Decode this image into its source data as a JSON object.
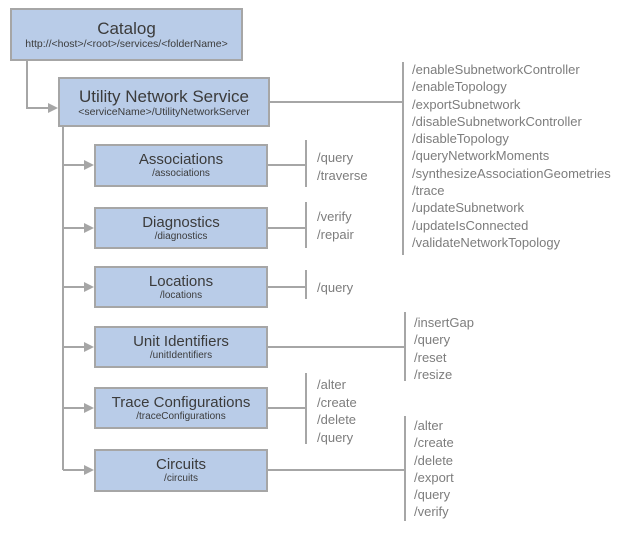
{
  "diagram": {
    "colors": {
      "node_fill": "#b9cce8",
      "node_border": "#a6a6a6",
      "line": "#a6a6a6",
      "node_text": "#3b3b3b",
      "operation_text": "#7d7d7d"
    },
    "nodes": {
      "catalog": {
        "title": "Catalog",
        "subtitle": "http://<host>/<root>/services/<folderName>"
      },
      "uns": {
        "title": "Utility Network Service",
        "subtitle": "<serviceName>/UtilityNetworkServer"
      },
      "associations": {
        "title": "Associations",
        "subtitle": "/associations"
      },
      "diagnostics": {
        "title": "Diagnostics",
        "subtitle": "/diagnostics"
      },
      "locations": {
        "title": "Locations",
        "subtitle": "/locations"
      },
      "unit_identifiers": {
        "title": "Unit Identifiers",
        "subtitle": "/unitIdentifiers"
      },
      "trace_configurations": {
        "title": "Trace Configurations",
        "subtitle": "/traceConfigurations"
      },
      "circuits": {
        "title": "Circuits",
        "subtitle": "/circuits"
      }
    },
    "operations": {
      "uns": [
        "/enableSubnetworkController",
        "/enableTopology",
        "/exportSubnetwork",
        "/disableSubnetworkController",
        "/disableTopology",
        "/queryNetworkMoments",
        "/synthesizeAssociationGeometries",
        "/trace",
        "/updateSubnetwork",
        "/updateIsConnected",
        "/validateNetworkTopology"
      ],
      "associations": [
        "/query",
        "/traverse"
      ],
      "diagnostics": [
        "/verify",
        "/repair"
      ],
      "locations": [
        "/query"
      ],
      "unit_identifiers": [
        "/insertGap",
        "/query",
        "/reset",
        "/resize"
      ],
      "trace_configurations": [
        "/alter",
        "/create",
        "/delete",
        "/query"
      ],
      "circuits": [
        "/alter",
        "/create",
        "/delete",
        "/export",
        "/query",
        "/verify"
      ]
    }
  }
}
